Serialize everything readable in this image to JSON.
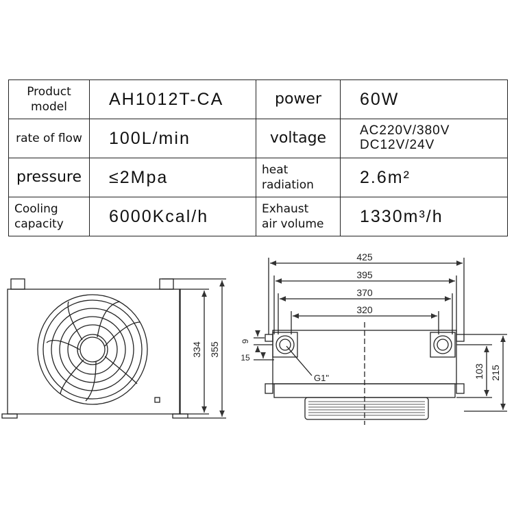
{
  "specs": {
    "row1": {
      "label1": "Product\nmodel",
      "value1": "AH1012T-CA",
      "label2": "power",
      "value2": "60W"
    },
    "row2": {
      "label1": "rate of flow",
      "value1": "100L/min",
      "label2": "voltage",
      "value2_line1": "AC220V/380V",
      "value2_line2": "DC12V/24V"
    },
    "row3": {
      "label1": "pressure",
      "value1": "≤2Mpa",
      "label2": "heat\nradiation",
      "value2": "2.6m²"
    },
    "row4": {
      "label1": "Cooling\ncapacity",
      "value1": "6000Kcal/h",
      "label2": "Exhaust\nair volume",
      "value2": "1330m³/h"
    }
  },
  "front_view": {
    "dim_height_inner": "334",
    "dim_height_outer": "355"
  },
  "side_view": {
    "dim_width_1": "425",
    "dim_width_2": "395",
    "dim_width_3": "370",
    "dim_width_4": "320",
    "dim_small_1": "9",
    "dim_small_2": "15",
    "dim_port_height": "103",
    "dim_total_height": "215",
    "port_label": "G1\""
  }
}
